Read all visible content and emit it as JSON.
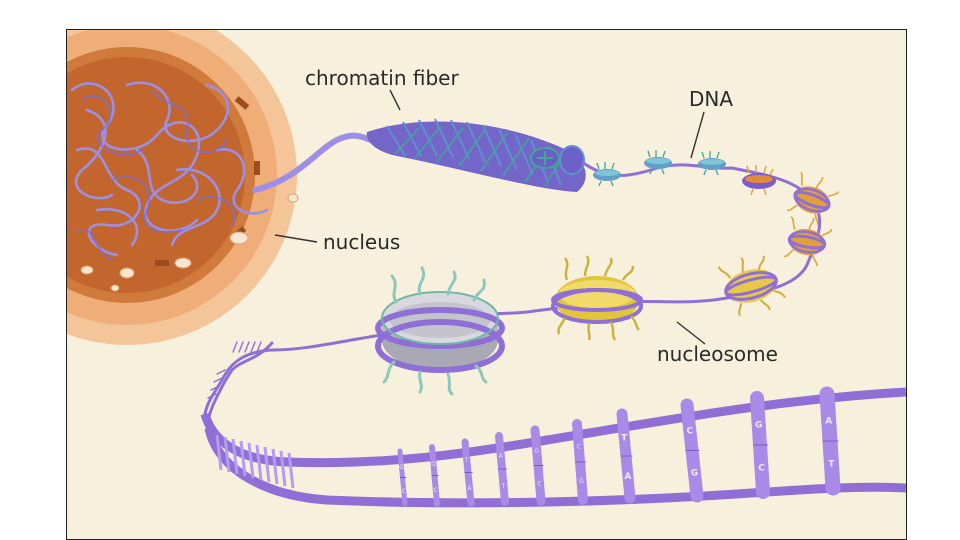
{
  "labels": {
    "chromatin_fiber": "chromatin fiber",
    "dna": "DNA",
    "nucleus": "nucleus",
    "nucleosome": "nucleosome"
  },
  "base_pairs": [
    [
      "G",
      "C"
    ],
    [
      "G",
      "C"
    ],
    [
      "T",
      "A"
    ],
    [
      "A",
      "T"
    ],
    [
      "G",
      "C"
    ],
    [
      "C",
      "G"
    ],
    [
      "T",
      "A"
    ],
    [
      "C",
      "G"
    ],
    [
      "G",
      "C"
    ],
    [
      "A",
      "T"
    ]
  ],
  "colors": {
    "background": "#f7f0dc",
    "dna_strand": "#8f6fd6",
    "dna_rung": "#a98ae6",
    "nucleus_outer": "#f2b98a",
    "nucleus_inner": "#c9703a",
    "chromatin": "#8a7fd8",
    "histone_green": "#6fb7a6",
    "histone_yellow": "#e3c53b",
    "histone_orange": "#e3a03a",
    "histone_gray": "#b8b8c2"
  }
}
